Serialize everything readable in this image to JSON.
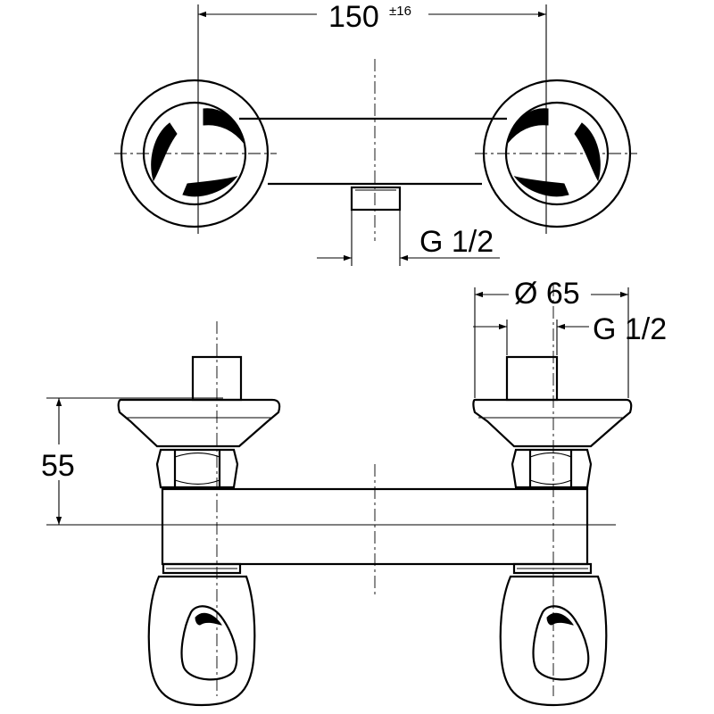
{
  "dimensions": {
    "width_label": "150",
    "width_tolerance": "±16",
    "outlet_thread_label": "G 1/2",
    "diameter_label": "Ø 65",
    "inlet_thread_label": "G 1/2",
    "height_label": "55"
  }
}
